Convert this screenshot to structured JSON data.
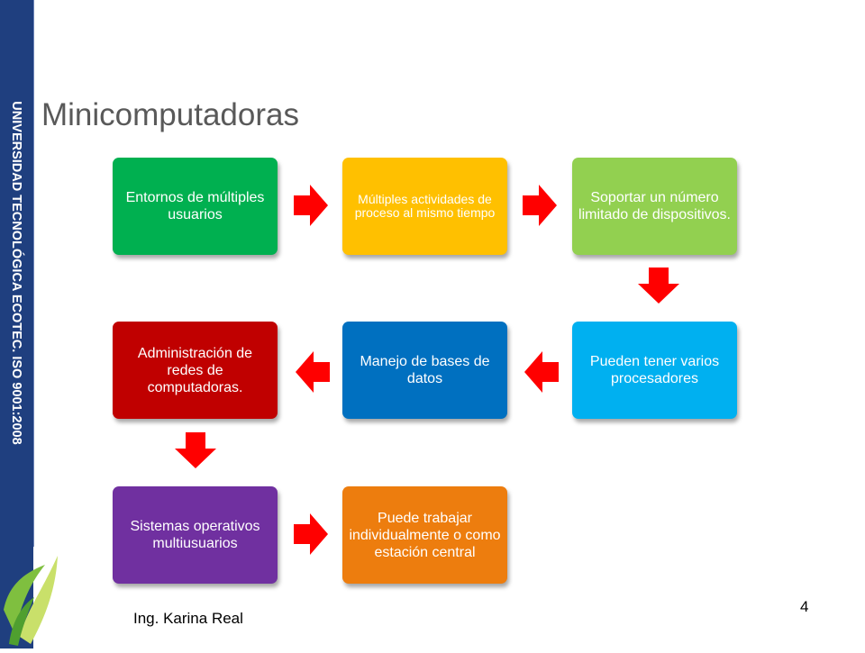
{
  "sidebar": {
    "text": "UNIVERSIDAD TECNOLÓGICA ECOTEC. ISO 9001:2008"
  },
  "title": "Minicomputadoras",
  "boxes": [
    {
      "text": "Entornos de múltiples usuarios",
      "color": "#00b050"
    },
    {
      "text": "Múltiples actividades de proceso al mismo tiempo",
      "color": "#ffc000"
    },
    {
      "text": "Soportar un número limitado de dispositivos.",
      "color": "#92d050"
    },
    {
      "text": "Pueden tener varios procesadores",
      "color": "#00b0f0"
    },
    {
      "text": "Manejo de bases de datos",
      "color": "#0070c0"
    },
    {
      "text": "Administración de redes de computadoras.",
      "color": "#c00000"
    },
    {
      "text": "Sistemas operativos multiusuarios",
      "color": "#7030a0"
    },
    {
      "text": "Puede trabajar individualmente o como estación central",
      "color": "#ed7d0e"
    }
  ],
  "arrow_color": "#ff0000",
  "footer": {
    "author": "Ing. Karina Real",
    "page": "4"
  }
}
